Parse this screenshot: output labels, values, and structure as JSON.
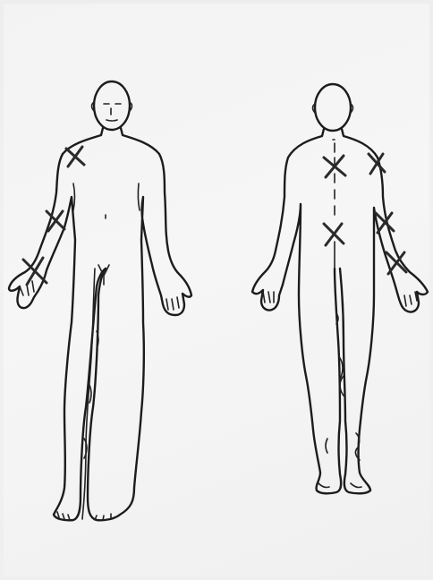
{
  "figures": [
    {
      "name": "front-view",
      "marks": [
        "right-shoulder",
        "right-forearm",
        "right-wrist"
      ]
    },
    {
      "name": "back-view",
      "marks": [
        "upper-spine",
        "left-shoulder-back",
        "lower-back",
        "right-elbow-back",
        "right-forearm-back"
      ]
    }
  ],
  "colors": {
    "paper": "#f3f3f3",
    "ink": "#1c1c1c"
  },
  "icons": {
    "mark": "x-mark-icon"
  }
}
